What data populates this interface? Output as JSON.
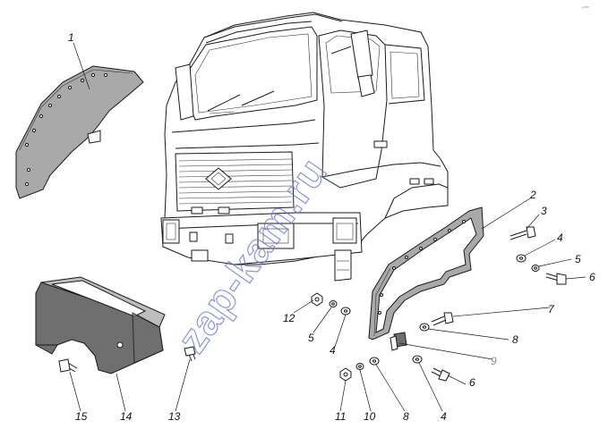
{
  "watermark": "zap-kam.ru",
  "corner_code": "ᵖ ⁰⁰⁰",
  "callouts": [
    {
      "id": "c1",
      "label": "1"
    },
    {
      "id": "c2",
      "label": "2"
    },
    {
      "id": "c3",
      "label": "3"
    },
    {
      "id": "c4a",
      "label": "4"
    },
    {
      "id": "c5a",
      "label": "5"
    },
    {
      "id": "c6a",
      "label": "6"
    },
    {
      "id": "c7",
      "label": "7"
    },
    {
      "id": "c8a",
      "label": "8"
    },
    {
      "id": "c9",
      "label": "9"
    },
    {
      "id": "c6b",
      "label": "6"
    },
    {
      "id": "c4b",
      "label": "4"
    },
    {
      "id": "c8b",
      "label": "8"
    },
    {
      "id": "c10",
      "label": "10"
    },
    {
      "id": "c11",
      "label": "11"
    },
    {
      "id": "c12",
      "label": "12"
    },
    {
      "id": "c5b",
      "label": "5"
    },
    {
      "id": "c4c",
      "label": "4"
    },
    {
      "id": "c13",
      "label": "13"
    },
    {
      "id": "c14",
      "label": "14"
    },
    {
      "id": "c15",
      "label": "15"
    }
  ],
  "parts": {
    "cab": "truck-cab",
    "panel_left": "felt-panel-left",
    "panel_right": "felt-panel-right",
    "cover": "engine-tunnel-cover",
    "bolt": "bolt",
    "washer": "washer",
    "nut": "nut",
    "bracket": "bracket"
  }
}
